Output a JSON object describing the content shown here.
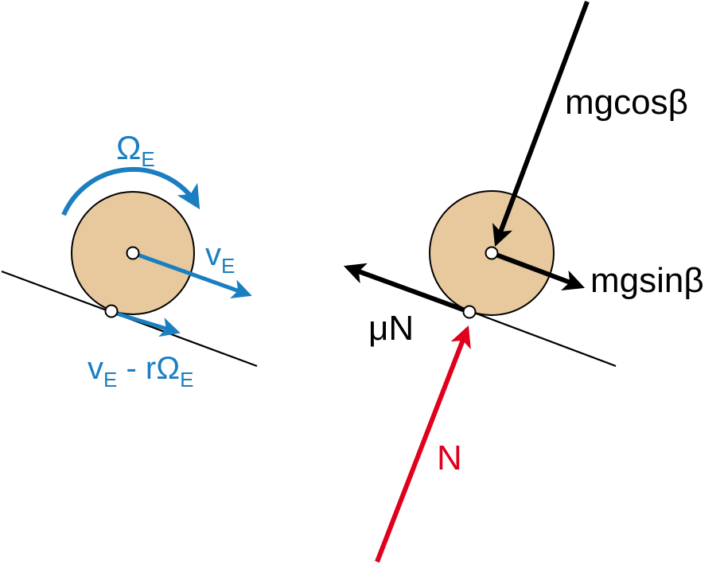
{
  "colors": {
    "disk_fill": "#e8c99d",
    "kinematics": "#1a7fc1",
    "force": "#000000",
    "normal_force": "#e0001b",
    "incline": "#000000"
  },
  "left_diagram": {
    "omega_symbol": "Ω",
    "omega_subscript": "E",
    "v_symbol": "v",
    "v_subscript": "E",
    "contact_v_symbol": "v",
    "contact_v_subscript": "E",
    "contact_minus": " - r",
    "contact_omega_symbol": "Ω",
    "contact_omega_subscript": "E"
  },
  "right_diagram": {
    "gravity_normal_label": "mgcosβ",
    "gravity_tangent_label": "mgsinβ",
    "friction_label": "μN",
    "normal_label": "N"
  }
}
